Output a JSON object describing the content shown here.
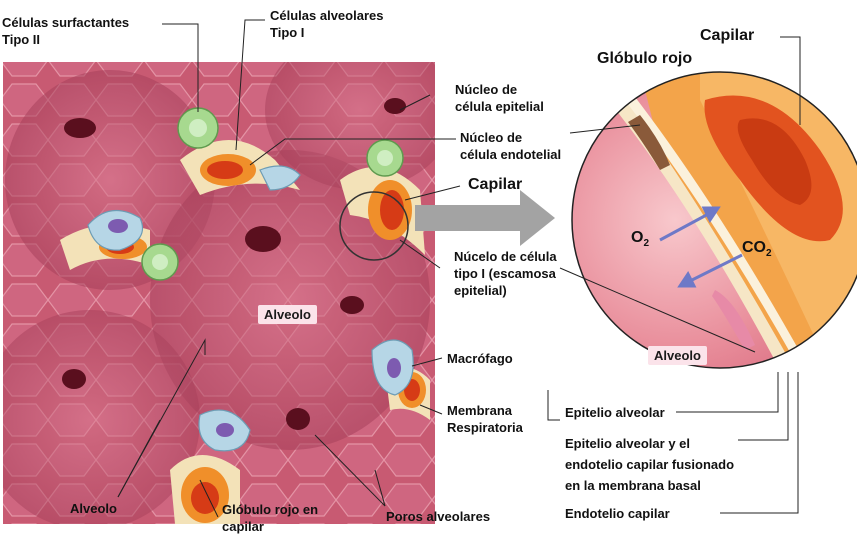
{
  "labels": {
    "surfactant_cells": "Células surfactantes\nTipo II",
    "alveolar_cells": "Células alveolares\nTipo I",
    "epithelial_nucleus": "Núcleo de\ncélula epitelial",
    "endothelial_nucleus": "Núcleo de\ncélula endotelial",
    "capillary_left": "Capilar",
    "type1_nucleus": "Núcelo de célula\ntipo I (escamosa\nepitelial)",
    "macrophage": "Macrófago",
    "respiratory_membrane": "Membrana\nRespiratoria",
    "alveolus_bottom": "Alveolo",
    "rbc_capillary": "Glóbulo rojo en\ncapilar",
    "alveolar_pores": "Poros alveolares",
    "alveolus_tag_left": "Alveolo",
    "capillary_right": "Capilar",
    "red_blood_cell": "Glóbulo rojo",
    "alveolus_tag_right": "Alveolo",
    "o2": "O",
    "o2_sub": "2",
    "co2": "CO",
    "co2_sub": "2",
    "alveolar_epithelium": "Epitelio alveolar",
    "fused_layers": "Epitelio alveolar y el\nendotelio capilar fusionado\nen la membrana basal",
    "capillary_endothelium": "Endotelio capilar"
  },
  "colors": {
    "tissue": "#c4576e",
    "tissue_dark": "#8e2f45",
    "cell_line": "#e89aa8",
    "capillary_orange": "#f5a33a",
    "rbc_red": "#e2501d",
    "surfactant_green": "#9fd48a",
    "macrophage_blue": "#a9cde0",
    "arrow_gray": "#a0a0a0",
    "gas_arrow": "#6e79c7"
  }
}
